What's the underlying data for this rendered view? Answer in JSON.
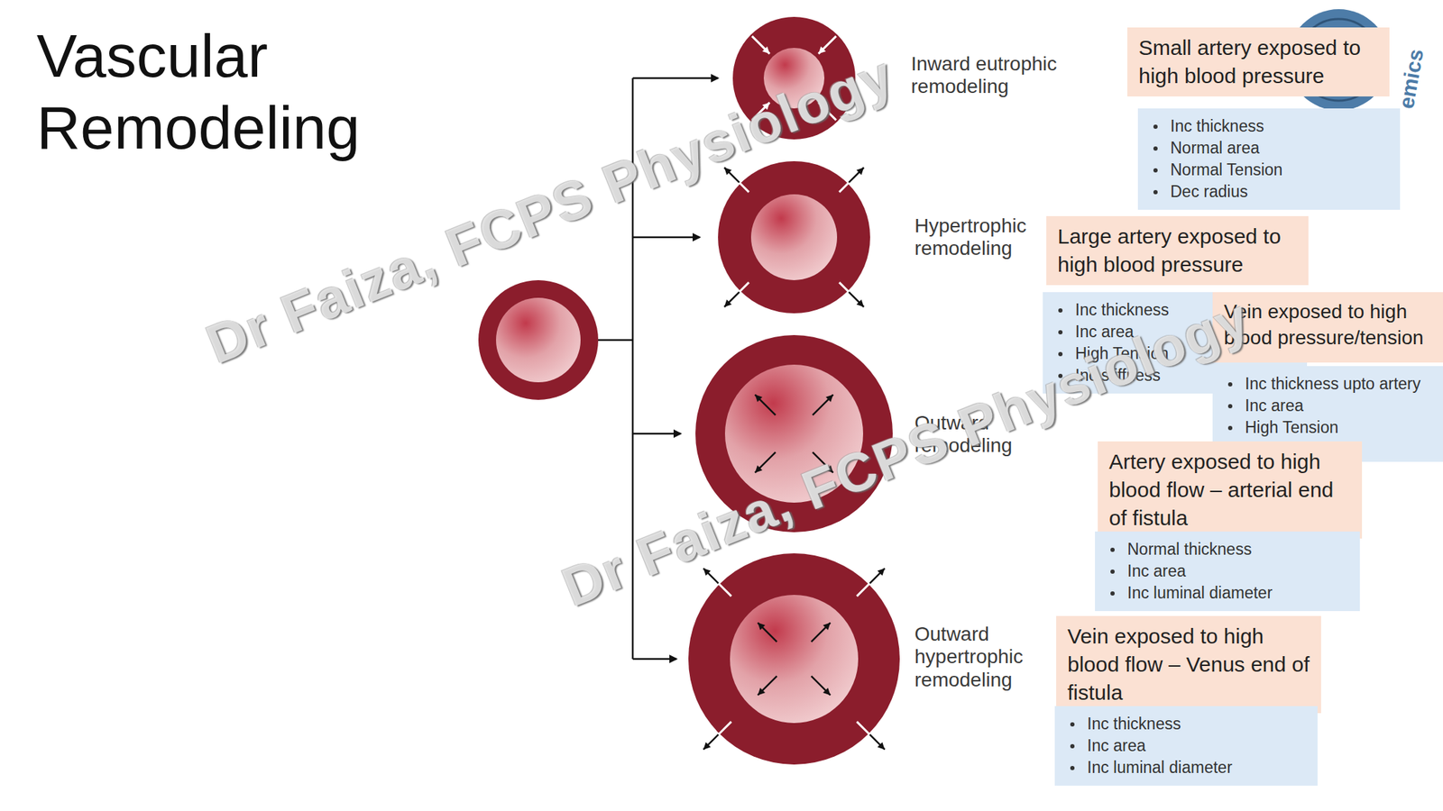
{
  "diagram": {
    "title": "Vascular Remodeling",
    "nodes": [
      {
        "text": [
          "Inward eutrophic remodeling"
        ]
      },
      {
        "text": [
          "Small artery exposed to high blood pressure"
        ]
      },
      {
        "text": [
          "Inc thickness",
          "Normal area",
          "Normal Tension",
          "Dec radius"
        ]
      },
      {
        "text": [
          "Hypertrophic remodeling"
        ]
      },
      {
        "text": [
          "Large artery exposed to high blood pressure"
        ]
      },
      {
        "text": [
          "Inc thickness",
          "Inc area",
          "High Tension",
          "Inc stiffness"
        ]
      },
      {
        "text": [
          "Vein exposed to high blood pressure/tension"
        ]
      },
      {
        "text": [
          "Inc thickness upto artery",
          "Inc area",
          "High Tension"
        ]
      },
      {
        "text": [
          "Outward remodeling"
        ]
      },
      {
        "text": [
          "Artery exposed to high blood flow – arterial end of fistula"
        ]
      },
      {
        "text": [
          "Normal thickness",
          "Inc area",
          "Inc luminal diameter"
        ]
      },
      {
        "text": [
          "Outward hypertrophic remodeling"
        ]
      },
      {
        "text": [
          "Vein exposed to high blood flow – Venus end of fistula"
        ]
      },
      {
        "text": [
          "Inc thickness",
          "Inc area",
          "Inc luminal diameter"
        ]
      }
    ],
    "labels": [
      "Dr Faiza, FCPS Physiology",
      "Dr Faiza, FCPS Physiology",
      "emics"
    ]
  }
}
